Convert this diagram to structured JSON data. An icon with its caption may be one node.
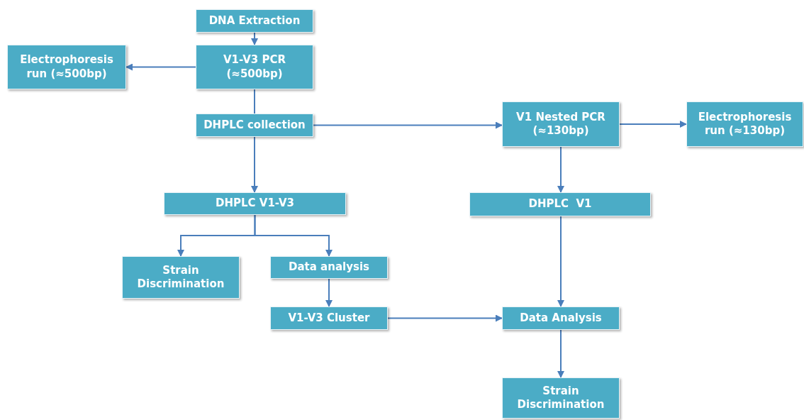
{
  "diagram": {
    "nodes": [
      {
        "text": [
          "DNA Extraction"
        ]
      },
      {
        "text": [
          "V1-V3 PCR (≈500bp)"
        ]
      },
      {
        "text": [
          "Electrophoresis run (≈500bp)"
        ]
      },
      {
        "text": [
          "DHPLC collection"
        ]
      },
      {
        "text": [
          "V1 Nested PCR (≈130bp)"
        ]
      },
      {
        "text": [
          "Electrophoresis run (≈130bp)"
        ]
      },
      {
        "text": [
          "DHPLC V1-V3"
        ]
      },
      {
        "text": [
          "DHPLC  V1"
        ]
      },
      {
        "text": [
          "Strain Discrimination"
        ]
      },
      {
        "text": [
          "Data analysis"
        ]
      },
      {
        "text": [
          "V1-V3 Cluster"
        ]
      },
      {
        "text": [
          "Data Analysis"
        ]
      },
      {
        "text": [
          "Strain Discrimination"
        ]
      }
    ],
    "edges": [
      {
        "from": 0,
        "to": 1,
        "arrow": "to"
      },
      {
        "from": 1,
        "to": 2,
        "arrow": "to"
      },
      {
        "from": 1,
        "to": 3,
        "arrow": "none"
      },
      {
        "from": 3,
        "to": 4,
        "arrow": "to"
      },
      {
        "from": 4,
        "to": 5,
        "arrow": "to"
      },
      {
        "from": 3,
        "to": 6,
        "arrow": "to"
      },
      {
        "from": 6,
        "to": 8,
        "arrow": "to"
      },
      {
        "from": 6,
        "to": 9,
        "arrow": "to"
      },
      {
        "from": 9,
        "to": 10,
        "arrow": "to"
      },
      {
        "from": 10,
        "to": 11,
        "arrow": "to"
      },
      {
        "from": 4,
        "to": 7,
        "arrow": "to"
      },
      {
        "from": 7,
        "to": 11,
        "arrow": "to"
      },
      {
        "from": 11,
        "to": 12,
        "arrow": "to"
      }
    ]
  }
}
